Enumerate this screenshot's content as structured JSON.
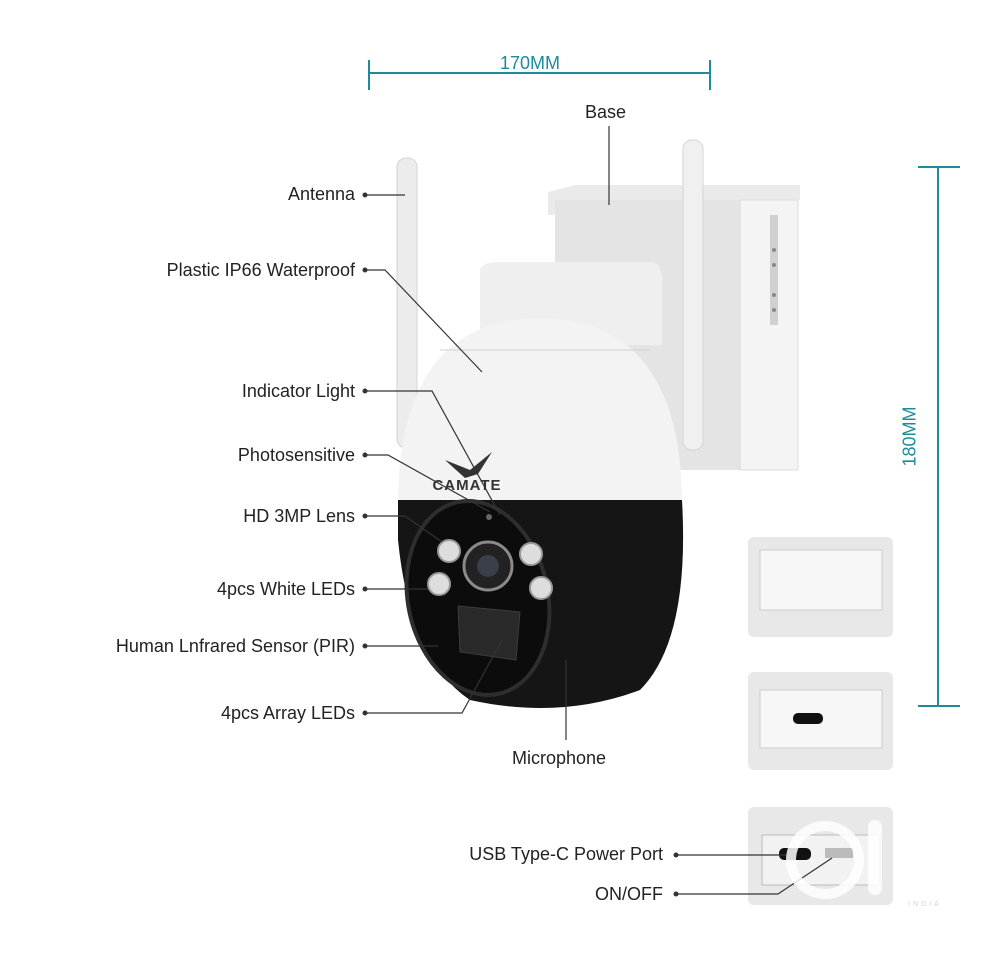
{
  "dimensions": {
    "width_label": "170MM",
    "height_label": "180MM"
  },
  "brand_logo": "CAMATE",
  "watermark": {
    "logo": "olx",
    "region": "INDIA"
  },
  "colors": {
    "dimension": "#1f8a9a",
    "label_text": "#222222",
    "camera_white": "#f2f2f2",
    "camera_black": "#141414"
  },
  "callouts": {
    "base": "Base",
    "antenna": "Antenna",
    "housing": "Plastic IP66 Waterproof",
    "indicator": "Indicator Light",
    "photosensitive": "Photosensitive",
    "lens": "HD 3MP Lens",
    "white_leds": "4pcs White LEDs",
    "pir": "Human Lnfrared Sensor (PIR)",
    "array_leds": "4pcs Array LEDs",
    "microphone": "Microphone",
    "usb": "USB Type-C Power Port",
    "onoff": "ON/OFF"
  }
}
